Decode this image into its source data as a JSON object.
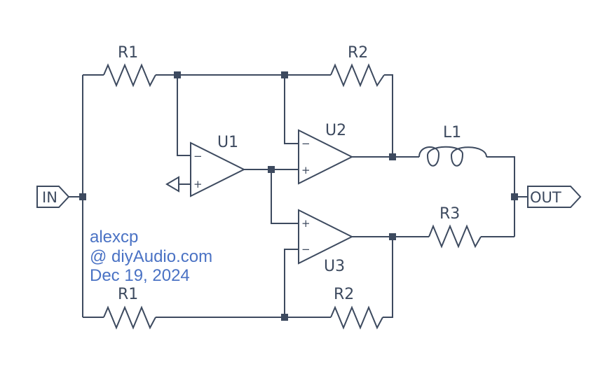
{
  "components": {
    "r1_top": "R1",
    "r2_top": "R2",
    "u1": "U1",
    "u2": "U2",
    "l1": "L1",
    "r3": "R3",
    "u3": "U3",
    "r1_bottom": "R1",
    "r2_bottom": "R2"
  },
  "pins": {
    "minus": "−",
    "plus": "+"
  },
  "ports": {
    "input": "IN",
    "output": "OUT"
  },
  "annotation": {
    "line1": "alexcp",
    "line2": "@ diyAudio.com",
    "line3": "Dec 19, 2024"
  },
  "colors": {
    "schematic": "#3d4a5f",
    "annotation": "#4a72c4"
  }
}
